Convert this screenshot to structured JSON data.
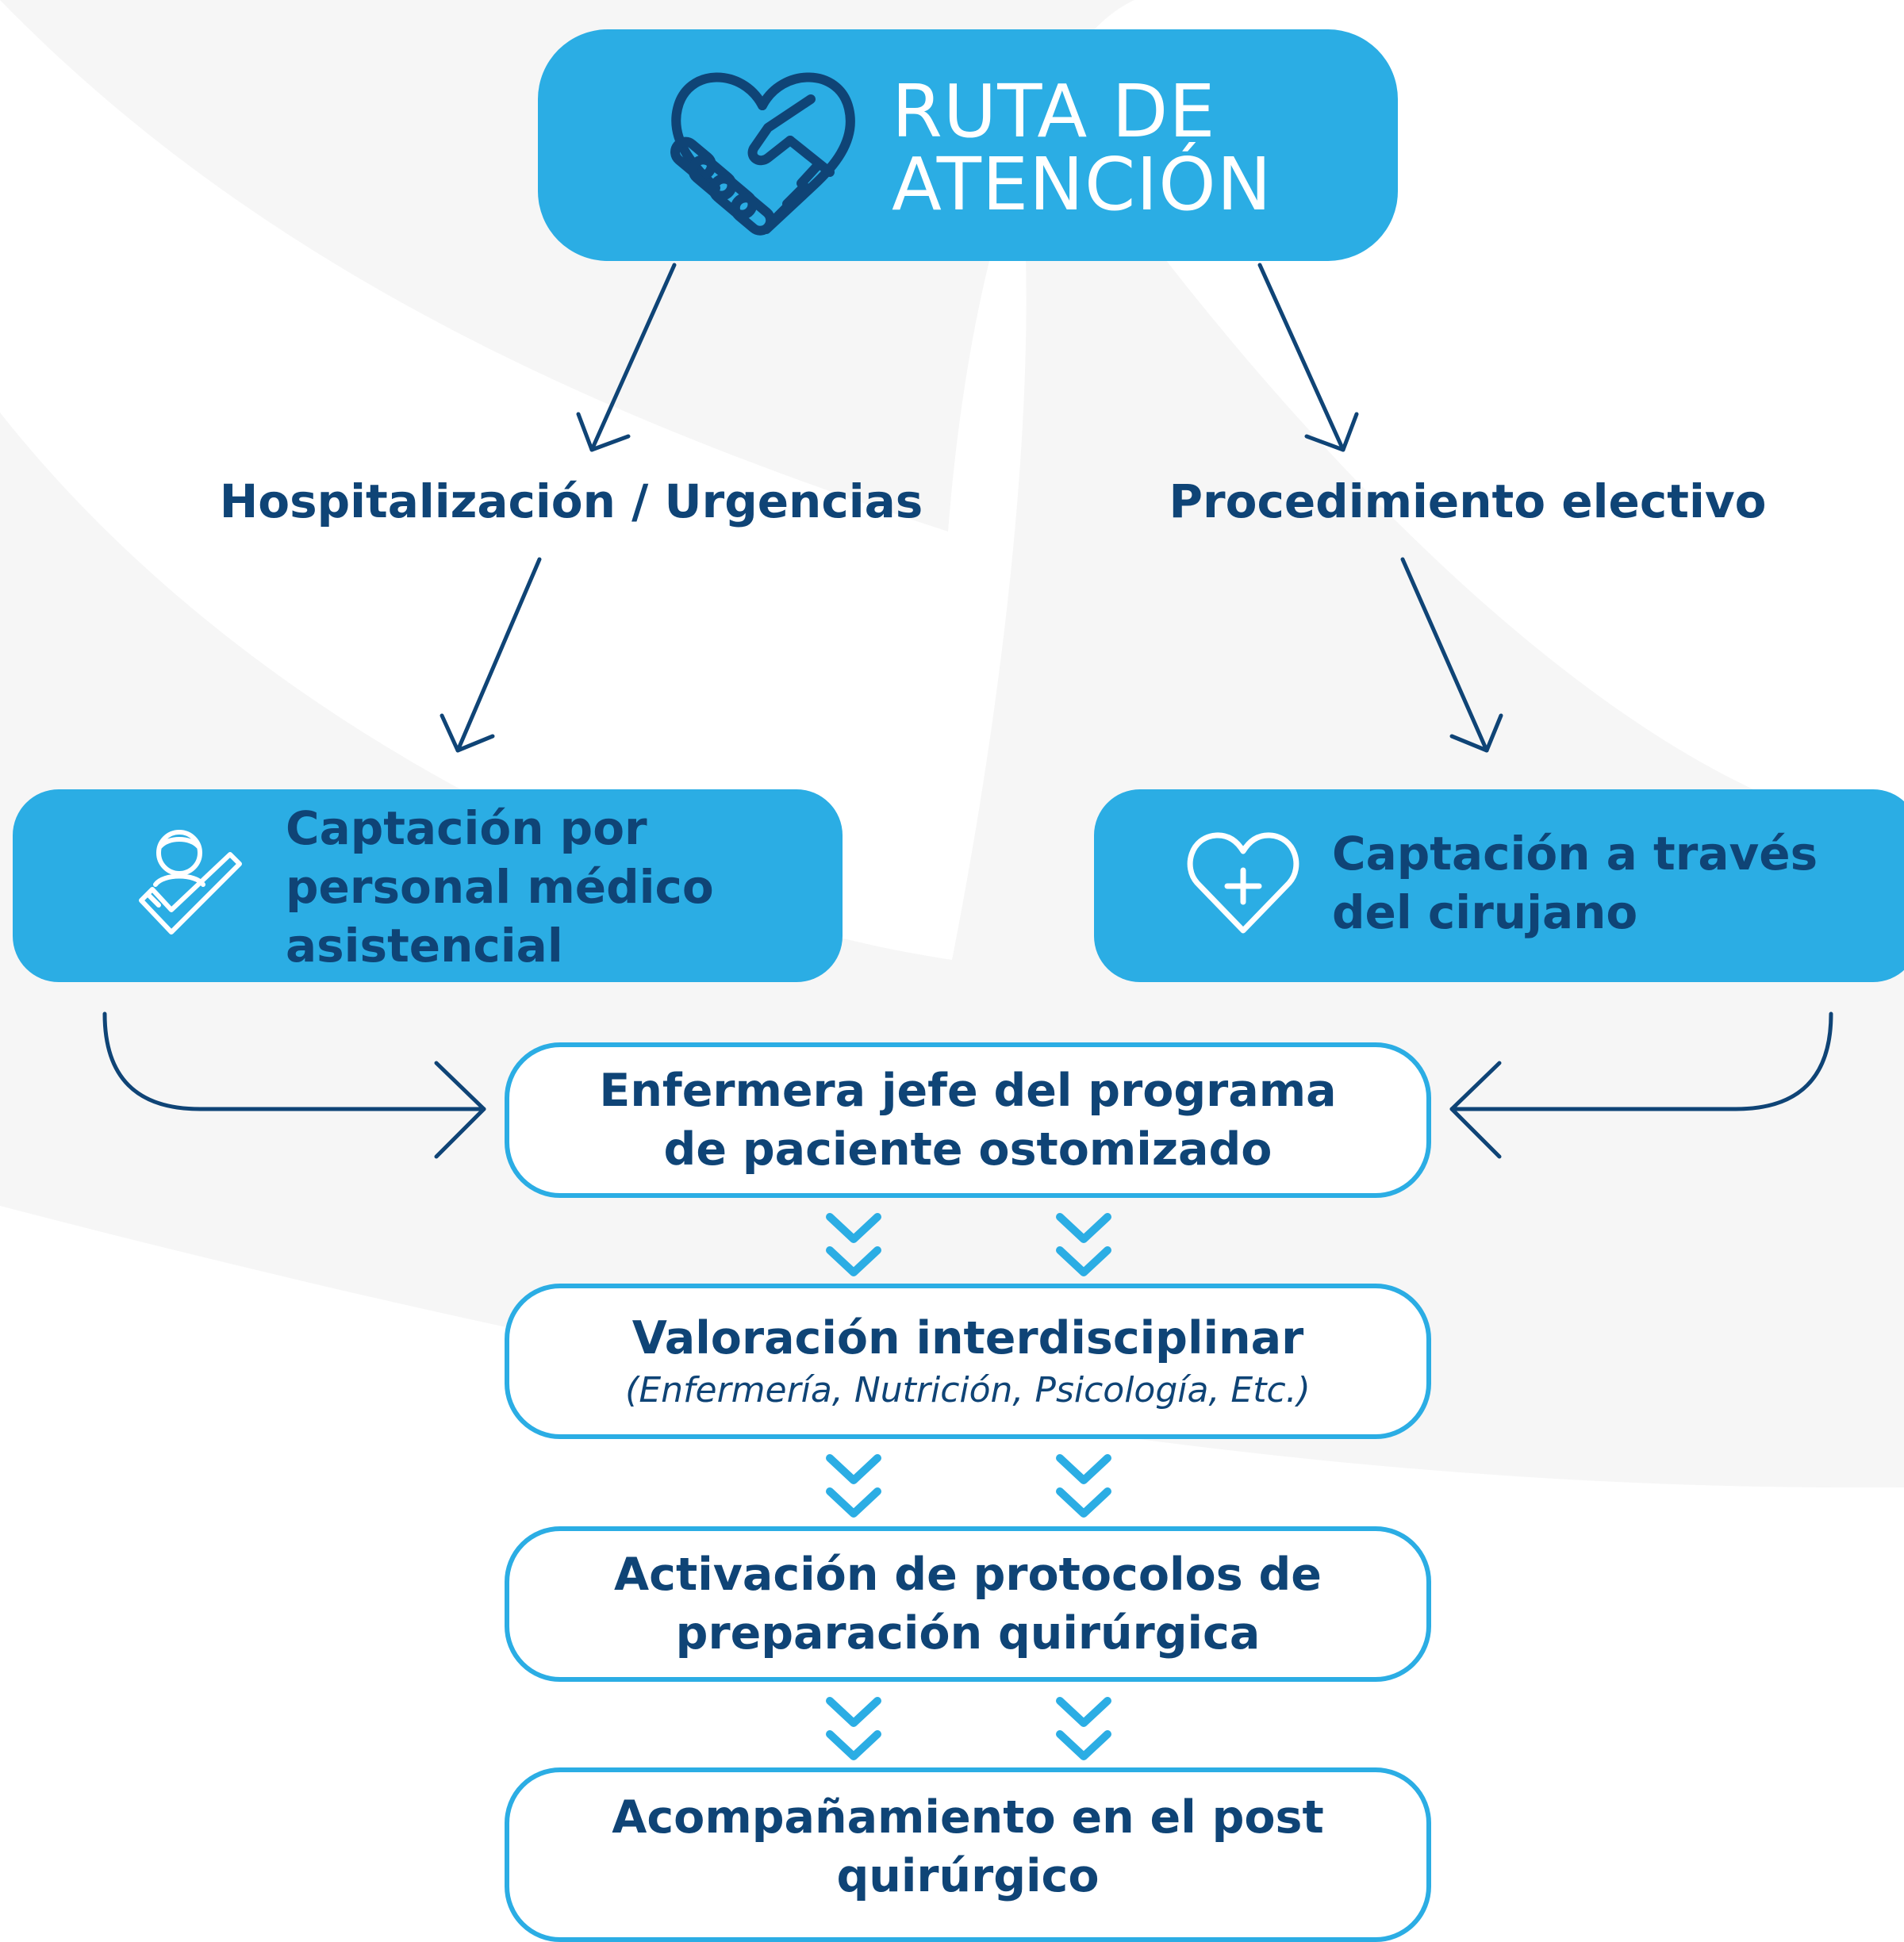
{
  "colors": {
    "primary_blue": "#2bade4",
    "navy": "#0f4476",
    "background_shape": "#f6f6f6"
  },
  "title": {
    "line1": "RUTA DE",
    "line2": "ATENCIÓN",
    "icon": "heart-handshake-icon"
  },
  "branches": {
    "left": "Hospitalización / Urgencias",
    "right": "Procedimiento electivo"
  },
  "sources": {
    "left": {
      "lines": [
        "Captación por",
        "personal médico",
        "asistencial"
      ],
      "icon": "doctor-check-icon"
    },
    "right": {
      "lines": [
        "Captación a través",
        "del cirujano"
      ],
      "icon": "heart-plus-icon"
    }
  },
  "steps": [
    {
      "lines": [
        "Enfermera jefe del programa",
        "de paciente ostomizado"
      ]
    },
    {
      "lines": [
        "Valoración interdisciplinar"
      ],
      "sub": "(Enfermería, Nutrición, Psicología, Etc.)"
    },
    {
      "lines": [
        "Activación de protocolos de",
        "preparación quirúrgica"
      ]
    },
    {
      "lines": [
        "Acompañamiento en el post",
        "quirúrgico"
      ]
    }
  ]
}
